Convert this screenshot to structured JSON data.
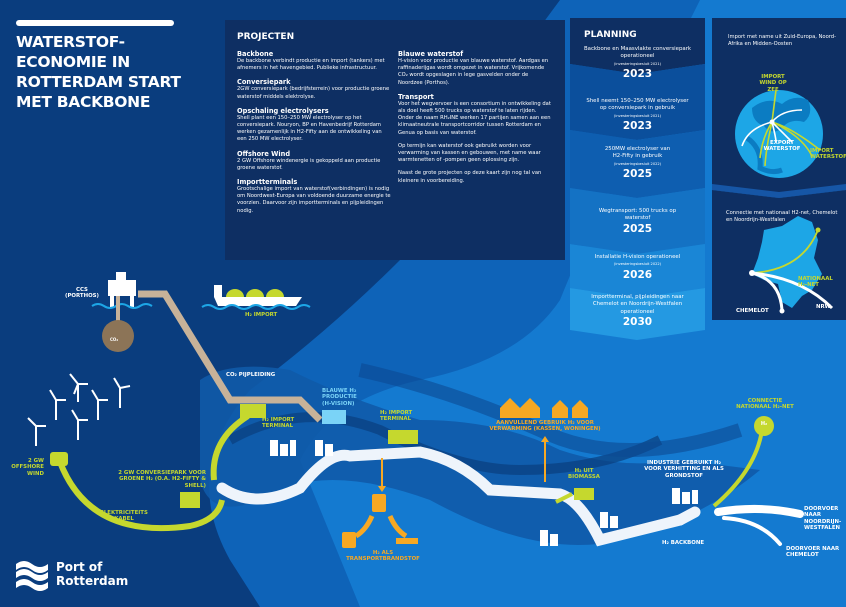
{
  "title": "WATERSTOF-ECONOMIE IN ROTTERDAM START MET BACKBONE",
  "title_lines": [
    "WATERSTOF-",
    "ECONOMIE IN",
    "ROTTERDAM START",
    "MET BACKBONE"
  ],
  "colors": {
    "navy": "#0e2f63",
    "blue": "#0a5fb8",
    "light_blue": "#1a8fde",
    "lime": "#c5d82e",
    "orange": "#f7a823",
    "pipe_beige": "#c7b299"
  },
  "projecten": {
    "heading": "PROJECTEN",
    "left": [
      {
        "title": "Backbone",
        "text": "De backbone verbindt productie en import (tankers) met afnemers in het havengebied. Publieke infrastructuur."
      },
      {
        "title": "Conversiepark",
        "text": "2GW conversiepark (bedrijfsterrein) voor productie groene waterstof middels elektrolyse."
      },
      {
        "title": "Opschaling electrolysers",
        "text": "Shell plant een 150–250 MW electrolyser op het conversiepark. Nouryon, BP en Havenbedrijf Rotterdam werken gezamenlijk in H2-Fifty aan de ontwikkeling van een 250 MW electrolyser."
      },
      {
        "title": "Offshore Wind",
        "text": "2 GW Offshore windenergie is gekoppeld aan productie groene waterstof."
      },
      {
        "title": "Importterminals",
        "text": "Grootschalige import van waterstof(verbindingen) is nodig om Noordwest-Europa van voldoende duurzame energie te voorzien. Daarvoor zijn importterminals en pijpleidingen nodig."
      }
    ],
    "right": [
      {
        "title": "Blauwe waterstof",
        "text": "H-vision voor productie van blauwe waterstof. Aardgas en raffinaderijgas wordt omgezet in waterstof. Vrijkomende CO₂ wordt opgeslagen in lege gasvelden onder de Noordzee (Porthos)."
      },
      {
        "title": "Transport",
        "text": "Voor het wegvervoer is een consortium in ontwikkeling dat als doel heeft 500 trucks op waterstof te laten rijden. Onder de naam RH₂INE werken 17 partijen samen aan een klimaatneutrale transportcorridor tussen Rotterdam en Genua op basis van waterstof."
      },
      {
        "title": "",
        "text": "Op termijn kan waterstof ook gebruikt worden voor verwarming van kassen en gebouwen, met name waar warmtenetten of -pompen geen oplossing zijn."
      },
      {
        "title": "",
        "text": "Naast de grote projecten op deze kaart zijn nog tal van kleinere in voorbereiding."
      }
    ]
  },
  "planning": {
    "heading": "PLANNING",
    "steps": [
      {
        "text": "Backbone en Maasvlakte conversiepark operationeel",
        "note": "(investeringsbesluit 2021)",
        "year": "2023"
      },
      {
        "text": "Shell neemt 150–250 MW electrolyser op conversiepark in gebruik",
        "note": "(investeringsbesluit 2021)",
        "year": "2023"
      },
      {
        "text": "250MW electrolyser van H2-Fifty in gebruik",
        "note": "(investeringsbesluit 2022)",
        "year": "2025"
      },
      {
        "text": "Wegtransport: 500 trucks op waterstof",
        "note": "",
        "year": "2025"
      },
      {
        "text": "Installatie H-vision operationeel",
        "note": "(investeringsbesluit 2022)",
        "year": "2026"
      },
      {
        "text": "Importterminal, pijpleidingen naar Chemelot en Noordrijn-Westfalen operationeel",
        "note": "",
        "year": "2030"
      }
    ]
  },
  "globe_panel": {
    "text": "Import met name uit Zuid-Europa, Noord-Afrika en Midden-Oosten",
    "labels": {
      "import_wind": "IMPORT WIND OP ZEE",
      "export": "EXPORT WATERSTOF",
      "import": "IMPORT WATERSTOF"
    }
  },
  "nl_panel": {
    "text": "Connectie met nationaal H2-net, Chemelot en Noordrijn-Westfalen",
    "labels": {
      "nationaal": "NATIONAAL H₂-NET",
      "nrw": "NRW",
      "chemelot": "CHEMELOT"
    }
  },
  "map_labels": {
    "ccs": "CCS (PORTHOS)",
    "co2_small": "CO₂",
    "h2_import_ship": "H₂ IMPORT",
    "co2_pijpleiding": "CO₂ PIJPLEIDING",
    "blauwe_h2": "BLAUWE H₂ PRODUCTIE (H-VISION)",
    "h2_import_terminal_1": "H₂ IMPORT TERMINAL",
    "h2_import_terminal_2": "H₂ IMPORT TERMINAL",
    "offshore_wind": "2 GW OFFSHORE WIND",
    "conversiepark": "2 GW CONVERSIEPARK VOOR GROENE H₂ (O.A. H2-FIFTY & SHELL)",
    "elektriciteitskabel": "ELEKTRICITEITS KABEL",
    "transportbrandstof": "H₂ ALS TRANSPORTBRANDSTOF",
    "aanvullend": "AANVULLEND GEBRUIK H₂ VOOR VERWARMING (KASSEN, WONINGEN)",
    "biomassa": "H₂ UIT BIOMASSA",
    "industrie": "INDUSTRIE GEBRUIKT H₂ VOOR VERHITTING EN ALS GRONDSTOF",
    "backbone": "H₂ BACKBONE",
    "connectie": "CONNECTIE NATIONAAL H₂-NET",
    "h2_badge": "H₂",
    "doorvoer_nrw": "DOORVOER NAAR NOORDRIJN-WESTFALEN",
    "doorvoer_chemelot": "DOORVOER NAAR CHEMELOT"
  },
  "logo": {
    "line1": "Port of",
    "line2": "Rotterdam"
  }
}
